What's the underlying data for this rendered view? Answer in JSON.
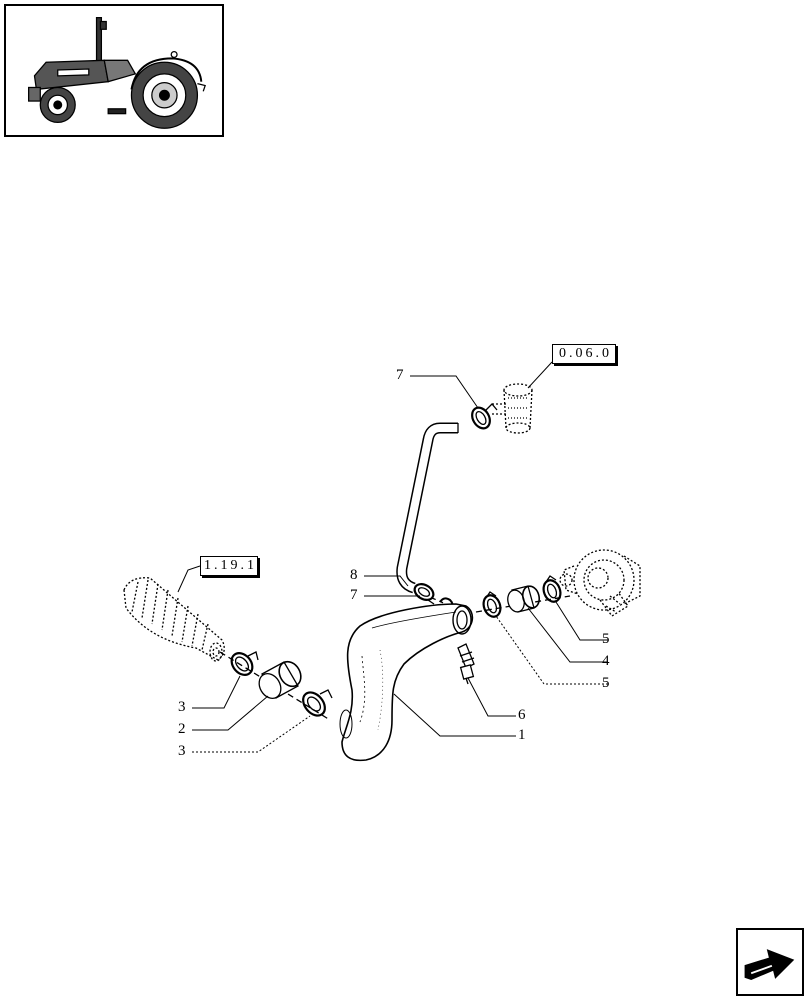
{
  "thumbnail": {
    "icon": "tractor-icon"
  },
  "references": [
    {
      "id": "ref-0-06-0",
      "label": "0.06.0"
    },
    {
      "id": "ref-1-19-1",
      "label": "1.19.1"
    }
  ],
  "callouts": [
    {
      "id": "callout-7-top",
      "label": "7"
    },
    {
      "id": "callout-8",
      "label": "8"
    },
    {
      "id": "callout-7-mid",
      "label": "7"
    },
    {
      "id": "callout-5-right",
      "label": "5"
    },
    {
      "id": "callout-4",
      "label": "4"
    },
    {
      "id": "callout-5-lower",
      "label": "5"
    },
    {
      "id": "callout-6",
      "label": "6"
    },
    {
      "id": "callout-1",
      "label": "1"
    },
    {
      "id": "callout-3-upper",
      "label": "3"
    },
    {
      "id": "callout-2",
      "label": "2"
    },
    {
      "id": "callout-3-lower",
      "label": "3"
    }
  ],
  "navigation": {
    "icon": "next-page-arrow-icon"
  }
}
